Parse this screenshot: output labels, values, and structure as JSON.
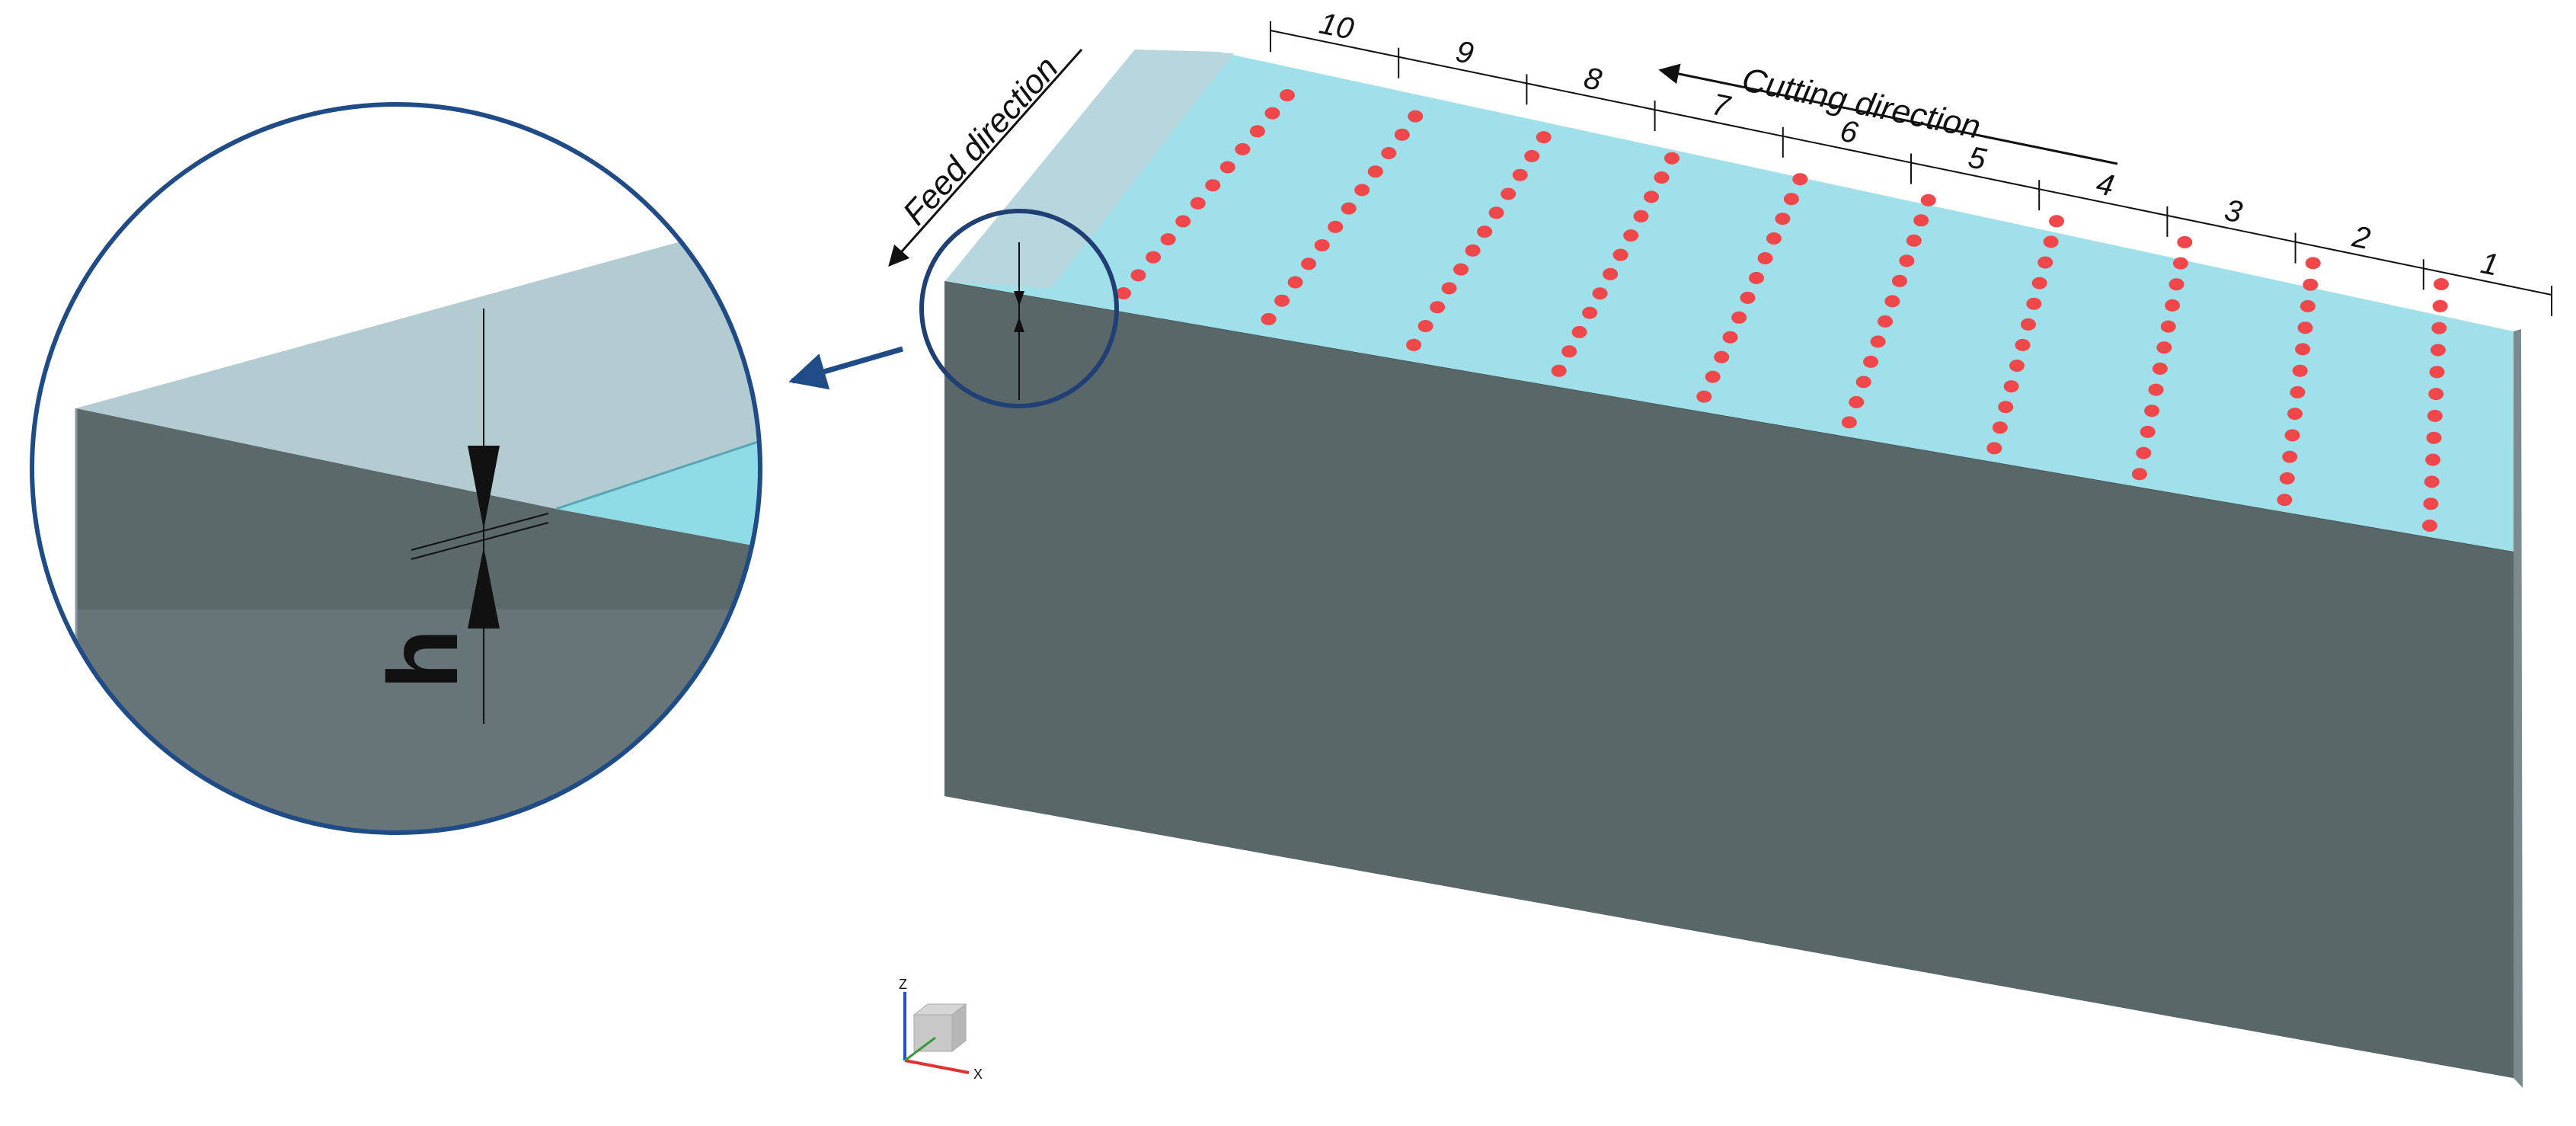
{
  "labels": {
    "cutting_direction": "Cutting direction",
    "feed_direction": "Feed direction",
    "thickness": "h"
  },
  "segments": [
    "10",
    "9",
    "8",
    "7",
    "6",
    "5",
    "4",
    "3",
    "2",
    "1"
  ],
  "axes": {
    "z": "Z",
    "x": "X"
  },
  "colors": {
    "front_face": "#5a6769",
    "side_face": "#7a8a8d",
    "top_surface": "#9fe0ea",
    "top_uncut": "#b5d5dc",
    "measurement_point": "#f0474b",
    "callout": "#1f4b86"
  },
  "measurement_grid": {
    "lines": 10,
    "points_per_line": 12
  }
}
